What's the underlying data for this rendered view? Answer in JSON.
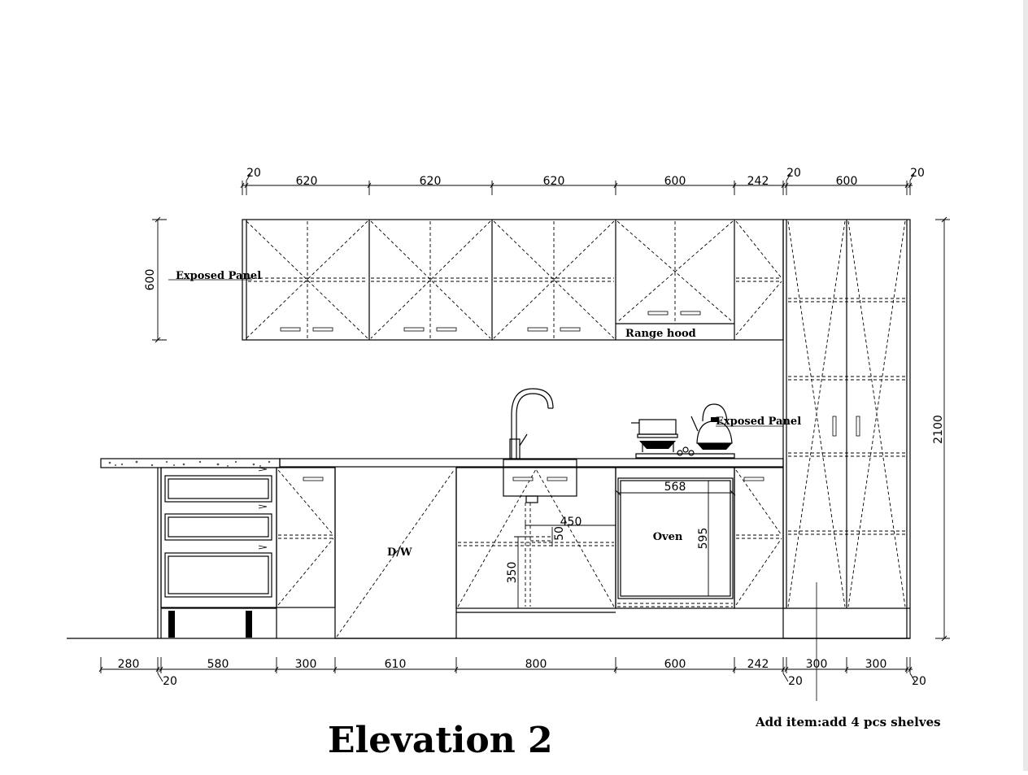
{
  "title": "Elevation 2",
  "note": "Add item:add 4 pcs shelves",
  "labels": {
    "exposed_panel_left": "Exposed Panel",
    "exposed_panel_right": "Exposed Panel",
    "range_hood": "Range hood",
    "dishwasher": "D/W",
    "oven": "Oven"
  },
  "dims": {
    "top": [
      "20",
      "620",
      "620",
      "620",
      "600",
      "242",
      "20",
      "600",
      "20"
    ],
    "bottom": [
      "280",
      "580",
      "300",
      "610",
      "800",
      "600",
      "242",
      "300",
      "300"
    ],
    "bottom_small": [
      "20",
      "20",
      "20"
    ],
    "left_height": "600",
    "right_height": "2100",
    "oven_width": "568",
    "oven_height": "595",
    "sink_width": "450",
    "sink_small": "50",
    "sink_height": "350"
  }
}
